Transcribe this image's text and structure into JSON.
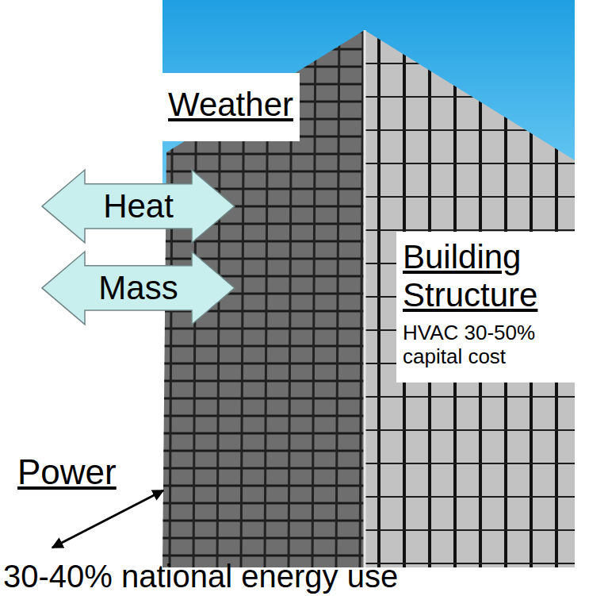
{
  "diagram": {
    "nodes": [
      {
        "text": [
          "Heat"
        ]
      },
      {
        "text": [
          "Mass"
        ]
      }
    ],
    "labels": [
      "Weather",
      "Building Structure",
      "HVAC 30-50% capital cost",
      "Power",
      "30-40% national energy use"
    ]
  }
}
